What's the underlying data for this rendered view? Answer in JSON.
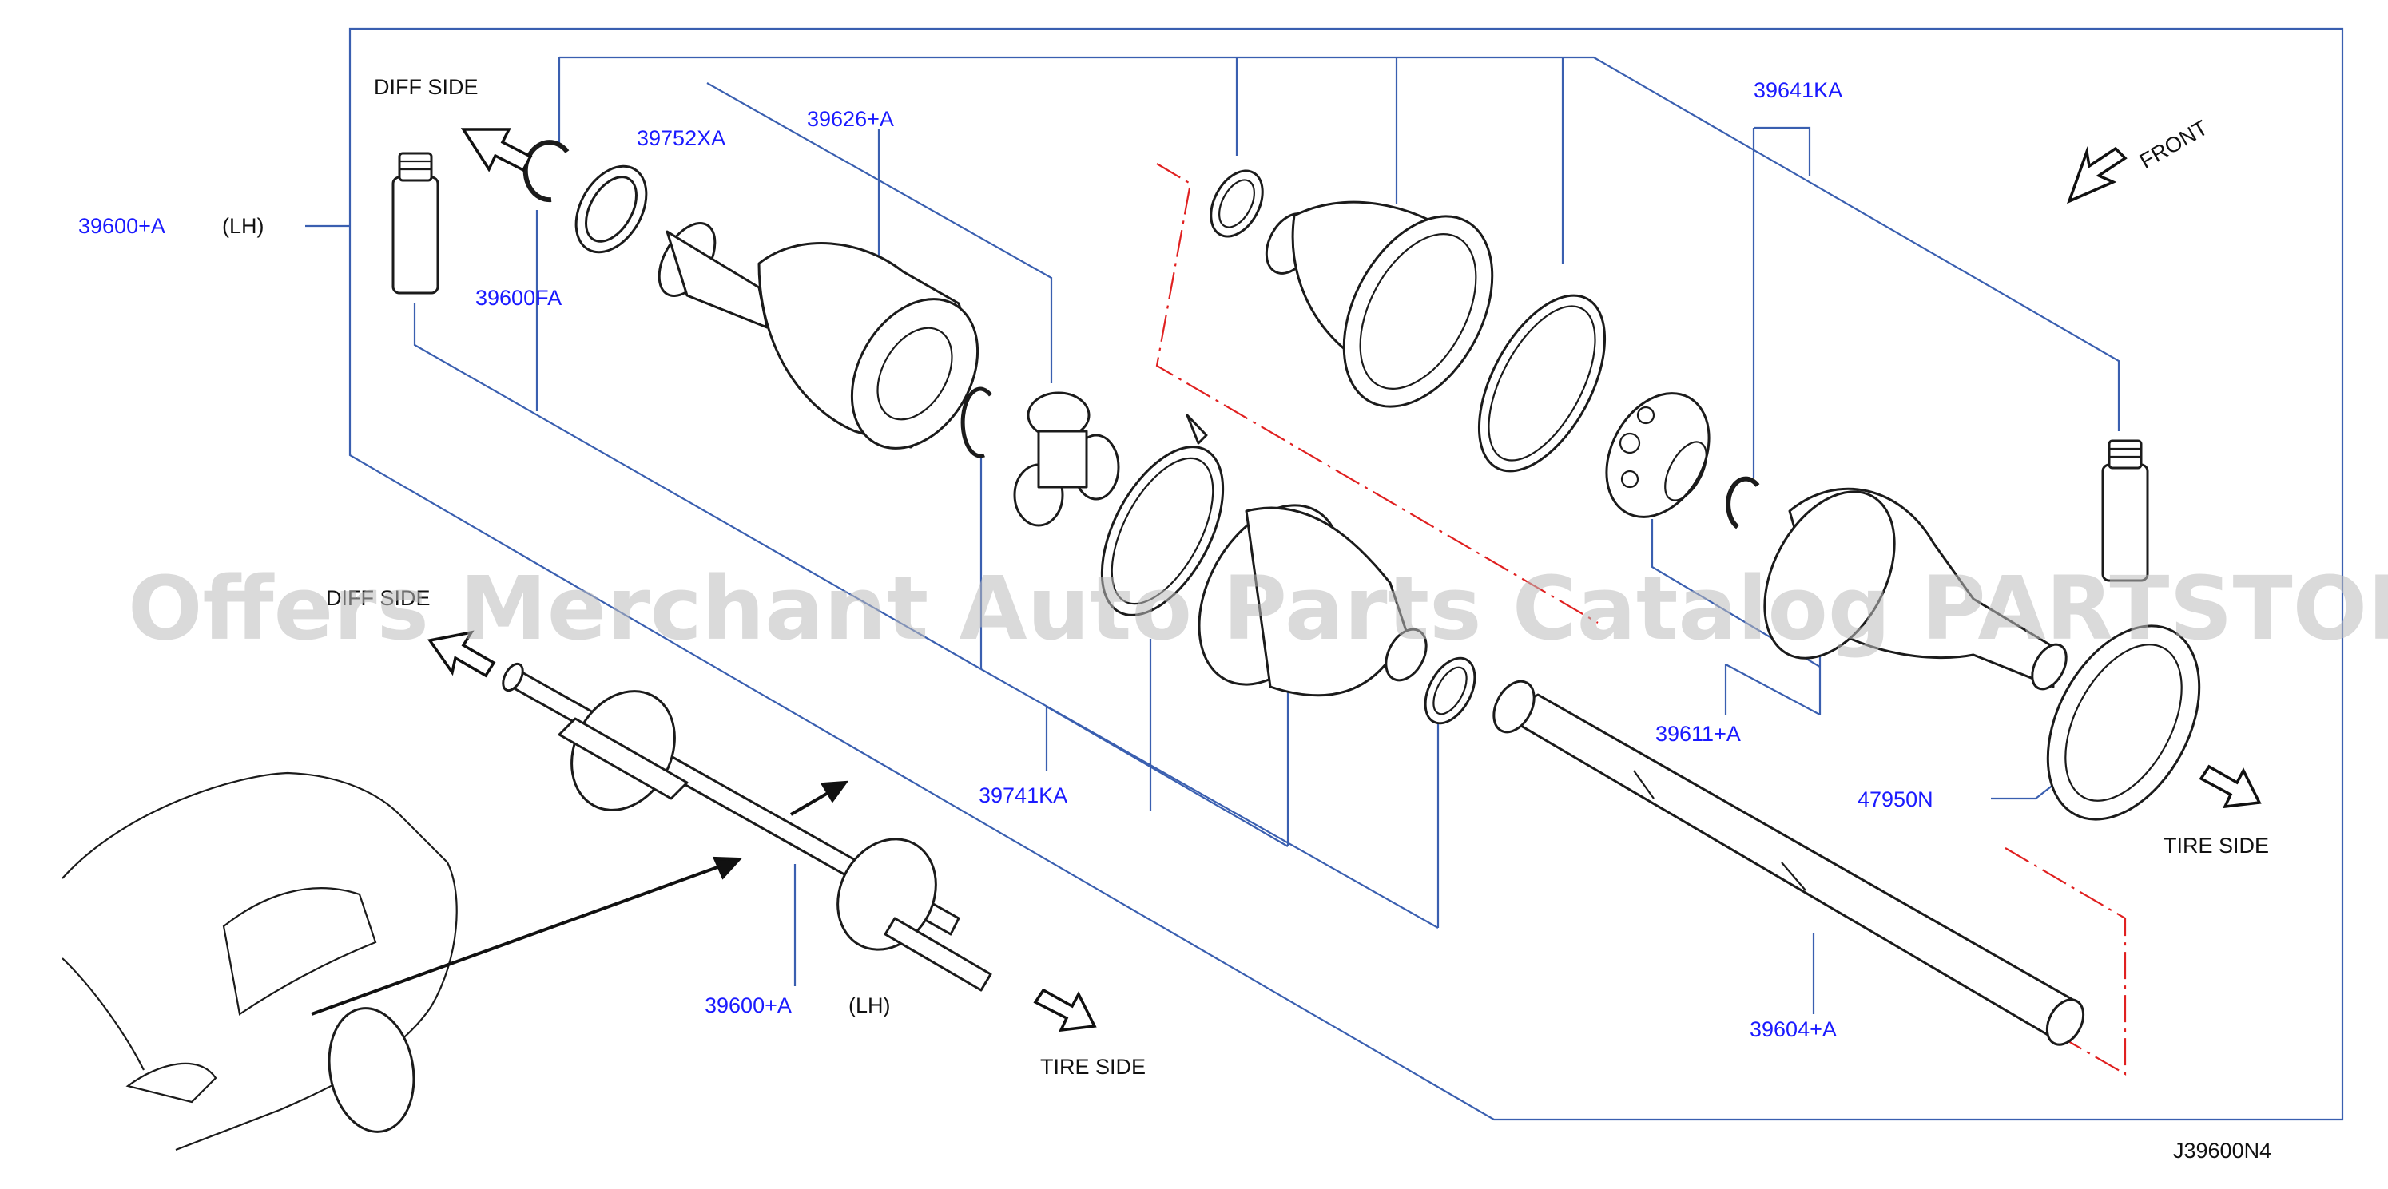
{
  "diagram": {
    "code": "J39600N4",
    "watermark": "Offers Merchant Auto Parts Catalog PARTSTORE.SA",
    "directions": {
      "diff_side_top": "DIFF   SIDE",
      "diff_side_lower": "DIFF   SIDE",
      "front": "FRONT",
      "tire_side_right": "TIRE   SIDE",
      "tire_side_bottom": "TIRE   SIDE"
    },
    "callouts": {
      "assy_lh_top": "39600+A",
      "assy_lh_top_suffix": "(LH)",
      "grease_inner": "39600FA",
      "snap_ring": "39752XA",
      "housing": "39626+A",
      "boot_kit_outer": "39641KA",
      "boot_kit_inner": "39741KA",
      "outer_joint": "39611+A",
      "dust_seal": "47950N",
      "shaft": "39604+A",
      "assy_lh_bottom": "39600+A",
      "assy_lh_bottom_suffix": "(LH)"
    }
  }
}
